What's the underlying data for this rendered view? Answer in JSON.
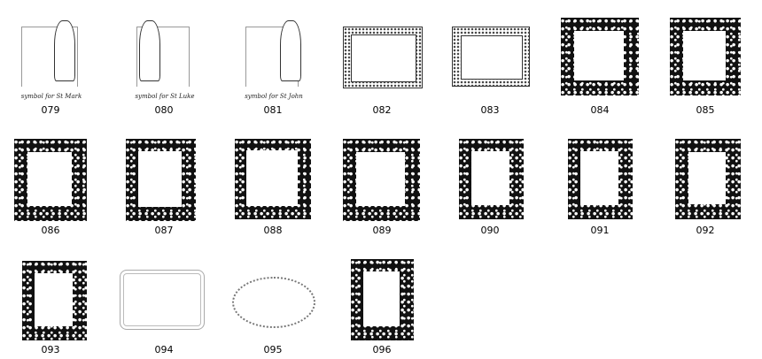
{
  "gallery": {
    "items": [
      {
        "label": "079",
        "caption": "symbol for St Mark",
        "style": "line-art"
      },
      {
        "label": "080",
        "caption": "symbol for St Luke",
        "style": "line-art"
      },
      {
        "label": "081",
        "caption": "symbol for St John",
        "style": "line-art"
      },
      {
        "label": "082",
        "style": "light-border"
      },
      {
        "label": "083",
        "style": "light-border"
      },
      {
        "label": "084",
        "style": "black-border"
      },
      {
        "label": "085",
        "style": "black-border"
      },
      {
        "label": "086",
        "style": "black-border"
      },
      {
        "label": "087",
        "style": "black-border"
      },
      {
        "label": "088",
        "style": "black-border"
      },
      {
        "label": "089",
        "style": "black-border"
      },
      {
        "label": "090",
        "style": "black-border"
      },
      {
        "label": "091",
        "style": "black-border"
      },
      {
        "label": "092",
        "style": "black-border"
      },
      {
        "label": "093",
        "style": "black-border"
      },
      {
        "label": "094",
        "style": "thin-outline"
      },
      {
        "label": "095",
        "style": "oval-outline"
      },
      {
        "label": "096",
        "style": "black-border"
      }
    ]
  }
}
